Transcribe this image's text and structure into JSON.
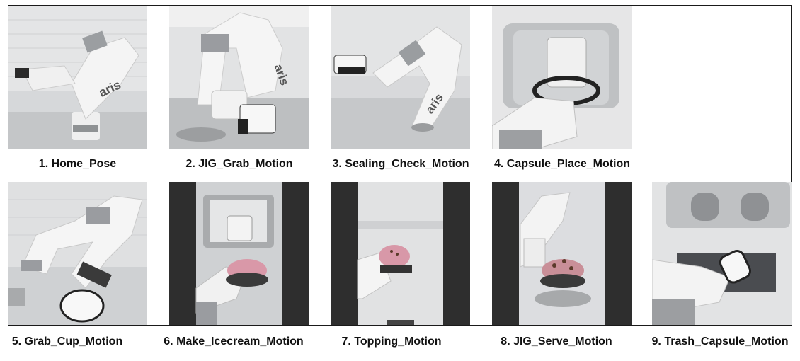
{
  "panels": [
    {
      "caption": "1. Home_Pose",
      "arm_label": "aris"
    },
    {
      "caption": "2. JIG_Grab_Motion",
      "arm_label": "aris"
    },
    {
      "caption": "3. Sealing_Check_Motion",
      "arm_label": "aris"
    },
    {
      "caption": "4. Capsule_Place_Motion"
    },
    {
      "caption": "5. Grab_Cup_Motion"
    },
    {
      "caption": "6. Make_Icecream_Motion"
    },
    {
      "caption": "7. Topping_Motion"
    },
    {
      "caption": "8. JIG_Serve_Motion"
    },
    {
      "caption": "9. Trash_Capsule_Motion"
    }
  ]
}
